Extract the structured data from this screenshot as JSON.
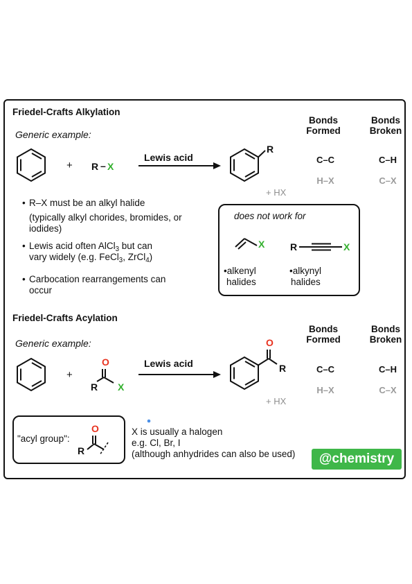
{
  "alkylation": {
    "title": "Friedel-Crafts Alkylation",
    "generic": "Generic example:",
    "plus": "+",
    "reagent_r": "R",
    "reagent_dash": "–",
    "reagent_x": "X",
    "lewis": "Lewis acid",
    "product_r": "R",
    "hx": "+ HX",
    "bonds_formed": "Bonds Formed",
    "bonds_broken": "Bonds Broken",
    "formed_1": "C–C",
    "formed_2": "H–X",
    "broken_1": "C–H",
    "broken_2": "C–X",
    "bullet1a": "R–X must be an alkyl halide",
    "bullet1b": "(typically alkyl chorides, bromides, or iodides)",
    "bullet2_pre": "Lewis acid often AlCl",
    "bullet2_sub": "3",
    "bullet2_post": " but can",
    "bullet2b_pre": "vary widely (e.g. FeCl",
    "bullet2b_sub1": "3",
    "bullet2b_mid": ", ZrCl",
    "bullet2b_sub2": "4",
    "bullet2b_post": ")",
    "bullet3": "Carbocation rearrangements can occur",
    "bullet_mark": "•",
    "nw_title": "does not work for",
    "nw_x1": "X",
    "nw_r": "R",
    "nw_x2": "X",
    "nw_label1a": "•alkenyl",
    "nw_label1b": "halides",
    "nw_label2a": "•alkynyl",
    "nw_label2b": "halides"
  },
  "acylation": {
    "title": "Friedel-Crafts Acylation",
    "generic": "Generic example:",
    "plus": "+",
    "reagent_o": "O",
    "reagent_r": "R",
    "reagent_x": "X",
    "lewis": "Lewis acid",
    "product_o": "O",
    "product_r": "R",
    "hx": "+ HX",
    "bonds_formed": "Bonds Formed",
    "bonds_broken": "Bonds Broken",
    "formed_1": "C–C",
    "formed_2": "H–X",
    "broken_1": "C–H",
    "broken_2": "C–X",
    "acyl_label": "\"acyl group\":",
    "acyl_o": "O",
    "acyl_r": "R",
    "note1": "X is usually a halogen",
    "note2": "e.g. Cl, Br, I",
    "note3": "(although anhydrides can also be used)"
  },
  "watermark": "@chemistry",
  "colors": {
    "halogen": "#33b02e",
    "oxygen": "#e8321f",
    "gray": "#9a9a9a",
    "badge": "#3fb749"
  }
}
